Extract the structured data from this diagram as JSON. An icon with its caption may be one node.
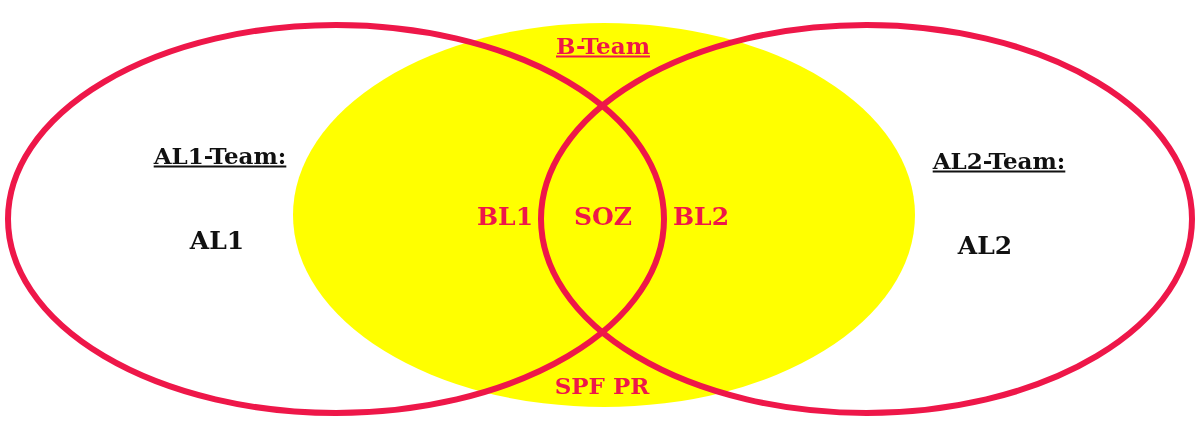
{
  "diagram": {
    "nodes": [
      {
        "text": [
          "AL1-Team:",
          "AL1"
        ]
      },
      {
        "text": [
          "B-Team",
          "SPF PR"
        ]
      },
      {
        "text": [
          "AL2-Team:",
          "AL2"
        ]
      }
    ],
    "labels": [
      "BL1",
      "SOZ",
      "BL2"
    ]
  }
}
